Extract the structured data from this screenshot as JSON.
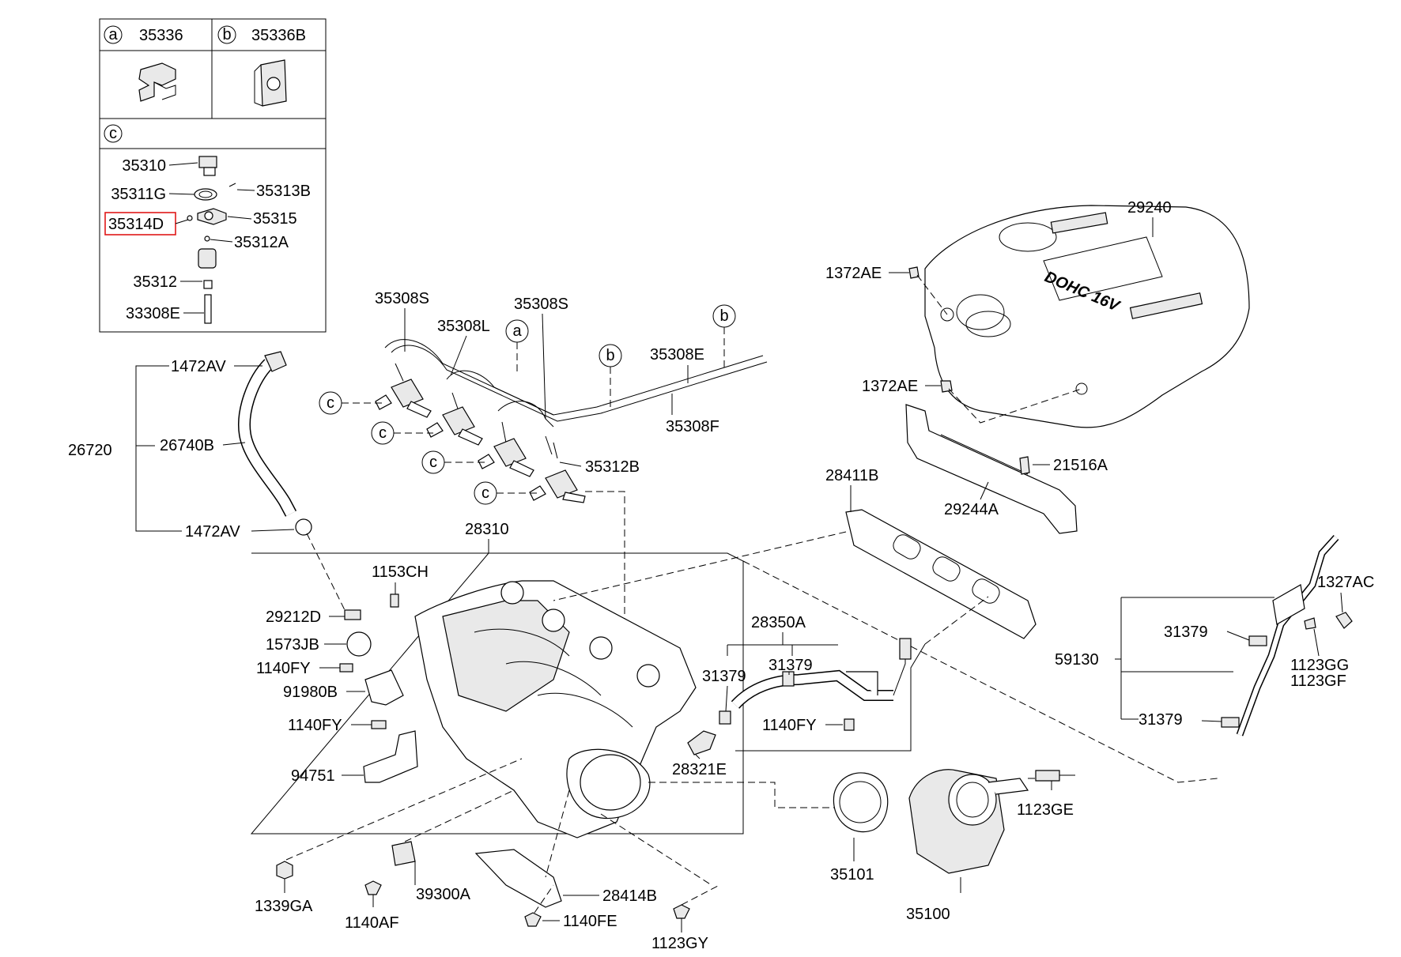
{
  "legend": {
    "a": {
      "letter": "a",
      "part": "35336"
    },
    "b": {
      "letter": "b",
      "part": "35336B"
    },
    "c": {
      "letter": "c"
    }
  },
  "injector_detail_labels": [
    "35310",
    "35311G",
    "35313B",
    "35314D",
    "35315",
    "35312A",
    "35312",
    "33308E"
  ],
  "highlighted_part": "35314D",
  "fuel_rail_labels": [
    "35308S",
    "35308L",
    "35308S",
    "35308E",
    "35308F",
    "35312B"
  ],
  "callout_letters": [
    "a",
    "b",
    "b",
    "c",
    "c",
    "c",
    "c"
  ],
  "hose_labels": [
    "1472AV",
    "26740B",
    "26720",
    "1472AV"
  ],
  "cover_labels": [
    "29240",
    "1372AE",
    "1372AE",
    "21516A",
    "29244A"
  ],
  "manifold_labels": [
    "28310",
    "28411B",
    "1153CH",
    "29212D",
    "1573JB",
    "1140FY",
    "91980B",
    "1140FY",
    "94751",
    "1339GA",
    "1140AF",
    "39300A",
    "28414B",
    "1140FE",
    "1123GY"
  ],
  "pcv_labels": [
    "28350A",
    "31379",
    "31379",
    "1140FY",
    "28321E"
  ],
  "throttle_labels": [
    "35101",
    "35100",
    "1123GE"
  ],
  "tube_labels": [
    "1327AC",
    "59130",
    "31379",
    "1123GG",
    "1123GF",
    "31379"
  ],
  "engine_cover_text": "DOHC 16V"
}
